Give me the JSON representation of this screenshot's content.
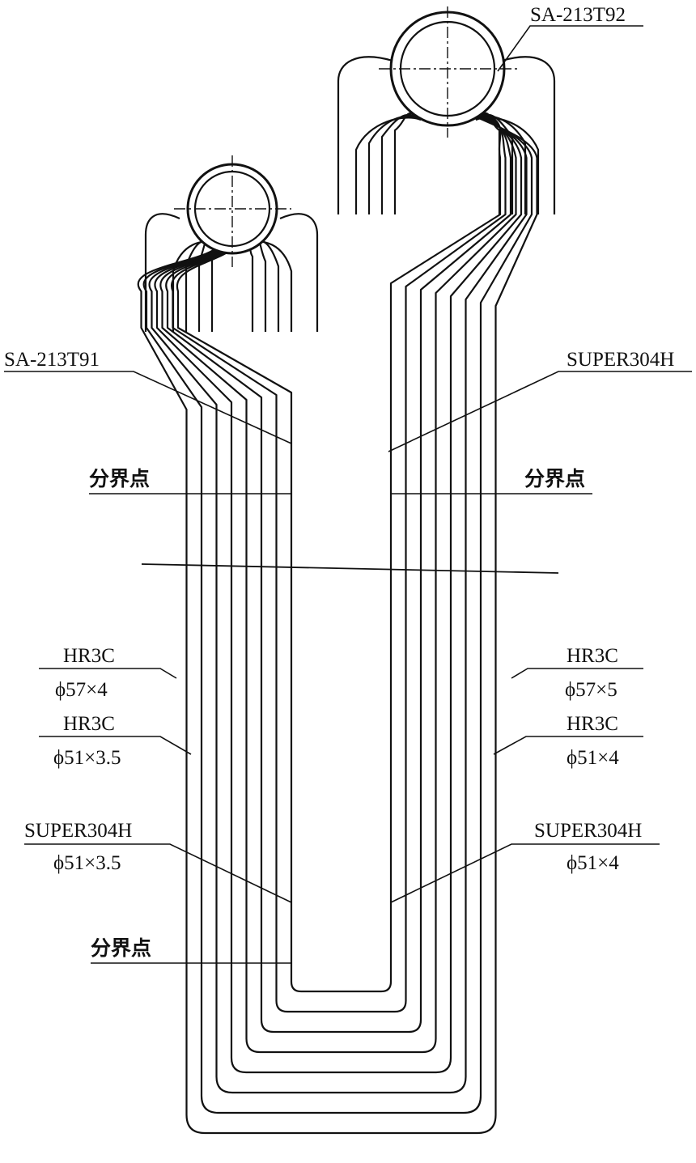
{
  "labels": {
    "outlet_header_material": "SA-213T92",
    "inlet_header_material": "SA-213T91",
    "right_upper_material": "SUPER304H",
    "boundary_left_upper": "分界点",
    "boundary_right_upper": "分界点",
    "left_outer_material": "HR3C",
    "left_outer_size": "ϕ57×4",
    "left_inner_material": "HR3C",
    "left_inner_size": "ϕ51×3.5",
    "right_outer_material": "HR3C",
    "right_outer_size": "ϕ57×5",
    "right_inner_material": "HR3C",
    "right_inner_size": "ϕ51×4",
    "left_lower_material": "SUPER304H",
    "left_lower_size": "ϕ51×3.5",
    "right_lower_material": "SUPER304H",
    "right_lower_size": "ϕ51×4",
    "boundary_left_lower": "分界点"
  },
  "colors": {
    "ink": "#111111",
    "background": "#ffffff"
  }
}
